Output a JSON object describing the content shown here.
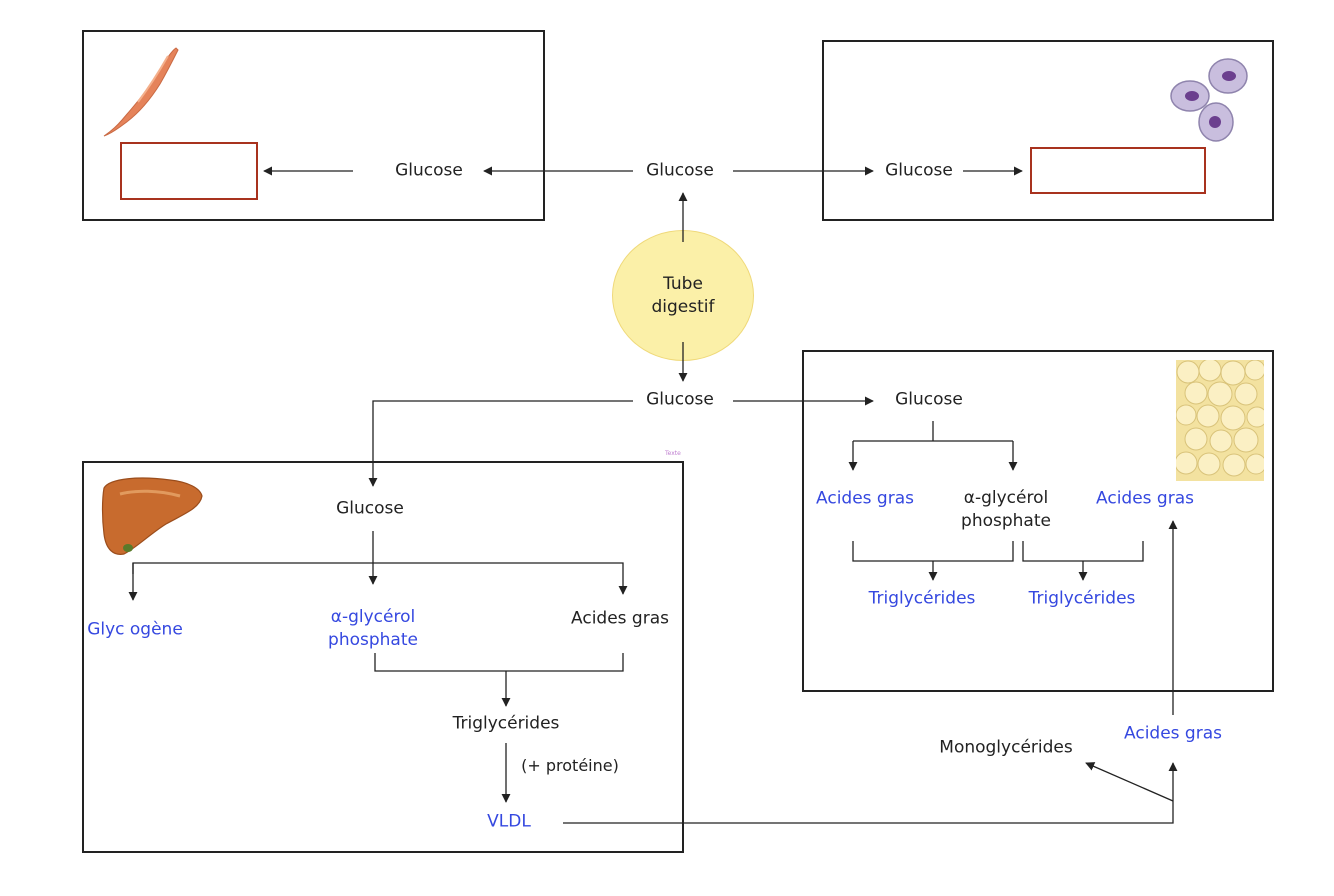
{
  "center": {
    "line1": "Tube",
    "line2": "digestif",
    "glucose_top": "Glucose",
    "glucose_bottom": "Glucose"
  },
  "muscle": {
    "glucose": "Glucose",
    "icon": "muscle-icon"
  },
  "blood_cells": {
    "glucose": "Glucose",
    "icon": "blood-cells-icon"
  },
  "liver": {
    "icon": "liver-icon",
    "glucose": "Glucose",
    "glycogene": "Glyc ogène",
    "glycerol_line1": "α-glycérol",
    "glycerol_line2": "phosphate",
    "acides_gras": "Acides gras",
    "triglycerides": "Triglycérides",
    "protein_note": "(+ protéine)",
    "vldl": "VLDL",
    "texte_marker": "Texte"
  },
  "adipose": {
    "icon": "adipose-tissue-icon",
    "glucose": "Glucose",
    "acides_gras_left": "Acides gras",
    "glycerol_line1": "α-glycérol",
    "glycerol_line2": "phosphate",
    "acides_gras_right": "Acides gras",
    "triglycerides_left": "Triglycérides",
    "triglycerides_right": "Triglycérides"
  },
  "circulation": {
    "monoglycerides": "Monoglycérides",
    "acides_gras": "Acides gras"
  },
  "colors": {
    "blue_text": "#3548e0",
    "red_box": "#a8321e",
    "circle_fill": "#fbf0a8"
  }
}
